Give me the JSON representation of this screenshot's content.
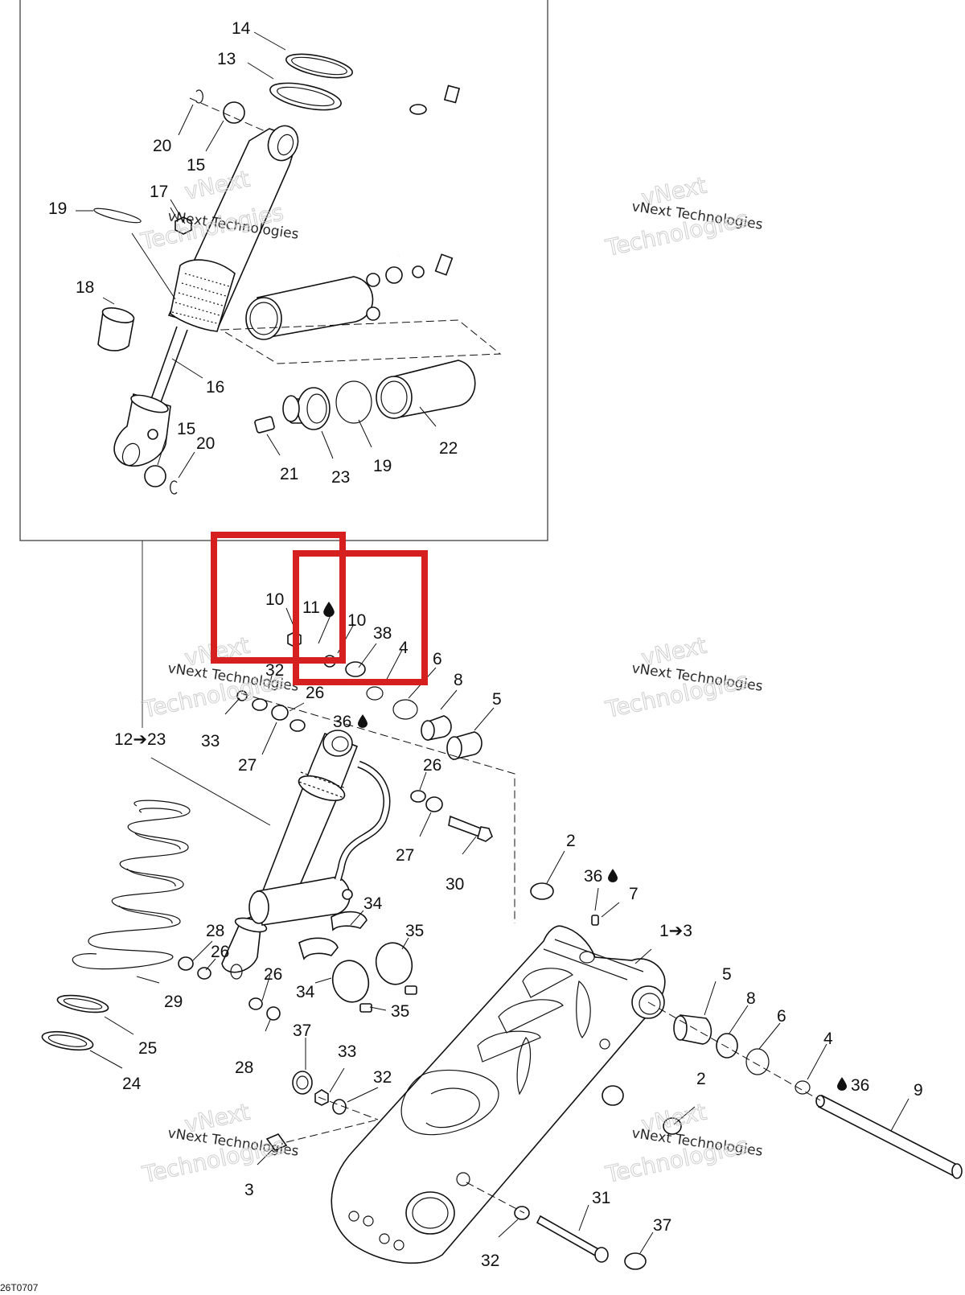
{
  "diagram": {
    "drawing_code": "26T0707",
    "watermark": {
      "line1": "vNext Technologies",
      "line2a": "vNext",
      "line2b": "Technologies"
    },
    "highlight_color": "#d62020",
    "callouts": [
      {
        "id": "c14",
        "text": "14"
      },
      {
        "id": "c13",
        "text": "13"
      },
      {
        "id": "c20a",
        "text": "20"
      },
      {
        "id": "c15a",
        "text": "15"
      },
      {
        "id": "c17",
        "text": "17"
      },
      {
        "id": "c19a",
        "text": "19"
      },
      {
        "id": "c18",
        "text": "18"
      },
      {
        "id": "c16",
        "text": "16"
      },
      {
        "id": "c15b",
        "text": "15"
      },
      {
        "id": "c20b",
        "text": "20"
      },
      {
        "id": "c21",
        "text": "21"
      },
      {
        "id": "c23",
        "text": "23"
      },
      {
        "id": "c19b",
        "text": "19"
      },
      {
        "id": "c22",
        "text": "22"
      },
      {
        "id": "c10a",
        "text": "10"
      },
      {
        "id": "c11",
        "text": "11"
      },
      {
        "id": "c10b",
        "text": "10"
      },
      {
        "id": "c38",
        "text": "38"
      },
      {
        "id": "c4a",
        "text": "4"
      },
      {
        "id": "c6a",
        "text": "6"
      },
      {
        "id": "c8a",
        "text": "8"
      },
      {
        "id": "c5a",
        "text": "5"
      },
      {
        "id": "c32a",
        "text": "32"
      },
      {
        "id": "c26a",
        "text": "26"
      },
      {
        "id": "c36a",
        "text": "36"
      },
      {
        "id": "c33a",
        "text": "33"
      },
      {
        "id": "c27a",
        "text": "27"
      },
      {
        "id": "c12",
        "text": "12➔23"
      },
      {
        "id": "c26b",
        "text": "26"
      },
      {
        "id": "c27b",
        "text": "27"
      },
      {
        "id": "c30",
        "text": "30"
      },
      {
        "id": "c2a",
        "text": "2"
      },
      {
        "id": "c36b",
        "text": "36"
      },
      {
        "id": "c7",
        "text": "7"
      },
      {
        "id": "c1",
        "text": "1➔3"
      },
      {
        "id": "c28a",
        "text": "28"
      },
      {
        "id": "c34a",
        "text": "34"
      },
      {
        "id": "c35a",
        "text": "35"
      },
      {
        "id": "c26c",
        "text": "26"
      },
      {
        "id": "c26d",
        "text": "26"
      },
      {
        "id": "c34b",
        "text": "34"
      },
      {
        "id": "c35b",
        "text": "35"
      },
      {
        "id": "c29",
        "text": "29"
      },
      {
        "id": "c5b",
        "text": "5"
      },
      {
        "id": "c8b",
        "text": "8"
      },
      {
        "id": "c6b",
        "text": "6"
      },
      {
        "id": "c25",
        "text": "25"
      },
      {
        "id": "c28b",
        "text": "28"
      },
      {
        "id": "c37a",
        "text": "37"
      },
      {
        "id": "c33b",
        "text": "33"
      },
      {
        "id": "c32b",
        "text": "32"
      },
      {
        "id": "c2b",
        "text": "2"
      },
      {
        "id": "c4b",
        "text": "4"
      },
      {
        "id": "c36c",
        "text": "36"
      },
      {
        "id": "c9",
        "text": "9"
      },
      {
        "id": "c24",
        "text": "24"
      },
      {
        "id": "c3",
        "text": "3"
      },
      {
        "id": "c31",
        "text": "31"
      },
      {
        "id": "c37b",
        "text": "37"
      },
      {
        "id": "c32c",
        "text": "32"
      }
    ]
  }
}
